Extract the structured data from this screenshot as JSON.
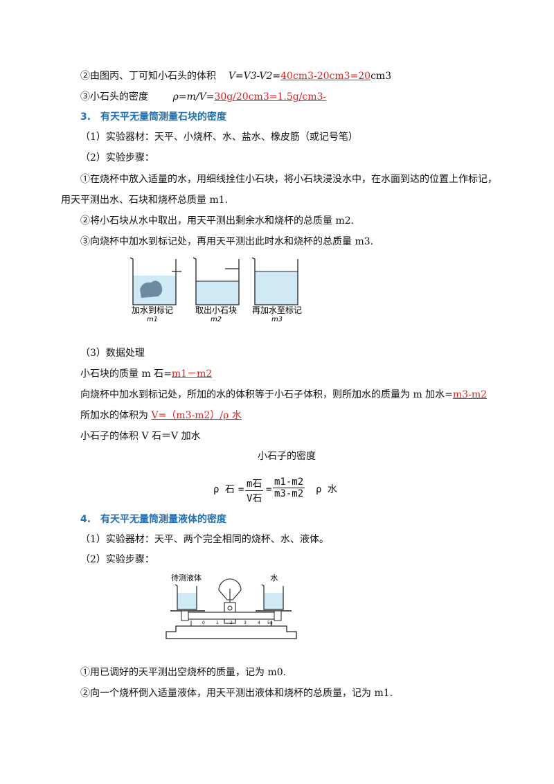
{
  "step2": {
    "prefix": "②由图丙、丁可知小石头的体积",
    "formula": "V=V3-V2=",
    "answer": "40cm3-20cm3=20",
    "unit": "cm3"
  },
  "step3": {
    "prefix": "③小石头的密度",
    "formula": "ρ=m/V=",
    "answer": "30g/20cm3=1.5g/cm3-"
  },
  "section3": {
    "title": "3.　有天平无量筒测量石块的密度",
    "materials": "（1）实验器材：天平、小烧杯、水、盐水、橡皮筋（或记号笔）",
    "steps_label": "（2）实验步骤：",
    "step1_line1": "①在烧杯中放入适量的水，用细线拴住小石块，将小石块浸没水中，在水面到达的位置上作标记，",
    "step1_line2": "用天平测出水、石块和烧杯总质量 m1.",
    "step2": "②将小石块从水中取出，用天平测出剩余水和烧杯的总质量 m2.",
    "step3": "③向烧杯中加水到标记处，再用天平测出此时水和烧杯的总质量 m3.",
    "figure_labels": [
      "加水到标记",
      "取出小石块",
      "再加水至标记"
    ],
    "figure_masses": [
      "m1",
      "m2",
      "m3"
    ],
    "data_label": "（3）数据处理",
    "mass_line_prefix": "小石块的质量 m 石=",
    "mass_line_answer": "m1－m2",
    "added_line_prefix": "向烧杯中加水到标记处，所加的水的体积等于小石子体积，则所加水的质量为 m 加水=",
    "added_line_answer": "m3-m2",
    "volume_line_prefix": "所加水的体积为 ",
    "volume_line_answer": "V=（m3-m2）/ρ 水",
    "stone_volume": "小石子的体积 V 石＝V 加水",
    "density_title": "小石子的密度",
    "formula_rho": "ρ 石",
    "formula_num1": "m石",
    "formula_den1": "V石",
    "formula_num2": "m1-m2",
    "formula_den2": "m3-m2",
    "formula_tail": "ρ 水",
    "formula_eq": "="
  },
  "section4": {
    "title": "4.　有天平无量筒测量液体的密度",
    "materials": "（1）实验器材：天平、两个完全相同的烧杯、水、液体。",
    "steps_label": "（2）实验步骤：",
    "figure_left_label": "待测液体",
    "figure_right_label": "水",
    "scale_ticks": [
      "0",
      "1",
      "2",
      "3",
      "4",
      "5g"
    ],
    "step1": "①用已调好的天平测出空烧杯的质量，记为 m0.",
    "step2": "②向一个烧杯倒入适量液体，用天平测出液体和烧杯的总质量，记为 m1."
  },
  "colors": {
    "heading": "#1f6fb4",
    "answer": "#e02020",
    "water": "#cfeaf5",
    "stone": "#6c8aa0"
  }
}
